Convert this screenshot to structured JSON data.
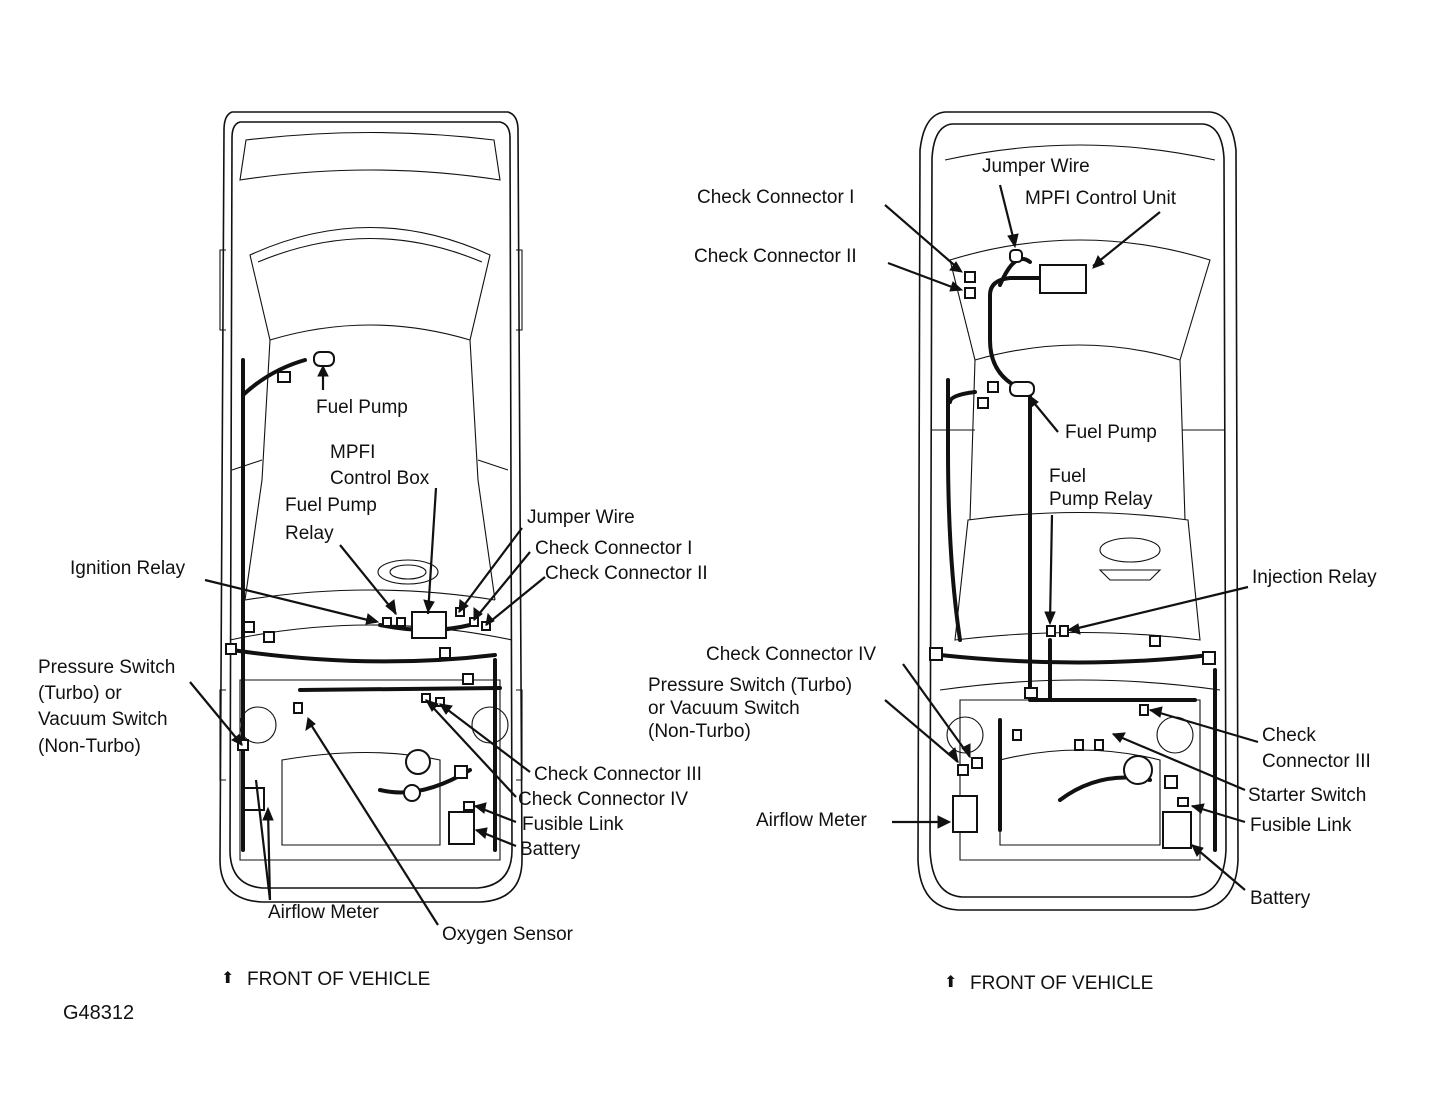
{
  "figure_id": "G48312",
  "left_diagram": {
    "labels": {
      "fuel_pump": "Fuel Pump",
      "mpfi_control_box": "MPFI\nControl Box",
      "fuel_pump_relay": "Fuel Pump\nRelay",
      "jumper_wire": "Jumper Wire",
      "check_connector_1": "Check Connector I",
      "check_connector_2": "Check Connector II",
      "ignition_relay": "Ignition Relay",
      "pressure_switch": "Pressure Switch\n(Turbo) or\nVacuum Switch\n(Non-Turbo)",
      "check_connector_3": "Check Connector III",
      "check_connector_4": "Check Connector IV",
      "fusible_link": "Fusible Link",
      "battery": "Battery",
      "airflow_meter": "Airflow Meter",
      "oxygen_sensor": "Oxygen Sensor"
    },
    "footer": "FRONT OF VEHICLE"
  },
  "right_diagram": {
    "labels": {
      "jumper_wire": "Jumper Wire",
      "mpfi_control_unit": "MPFI Control Unit",
      "check_connector_1": "Check Connector I",
      "check_connector_2": "Check Connector II",
      "fuel_pump": "Fuel Pump",
      "fuel_pump_relay": "Fuel\nPump Relay",
      "injection_relay": "Injection Relay",
      "check_connector_4": "Check Connector IV",
      "pressure_switch": "Pressure Switch (Turbo)\nor Vacuum Switch\n(Non-Turbo)",
      "check_connector_3": "Check\nConnector III",
      "starter_switch": "Starter Switch",
      "airflow_meter": "Airflow Meter",
      "fusible_link": "Fusible Link",
      "battery": "Battery"
    },
    "footer": "FRONT OF VEHICLE"
  },
  "icons": {
    "front_arrow": "up-arrow-icon"
  }
}
